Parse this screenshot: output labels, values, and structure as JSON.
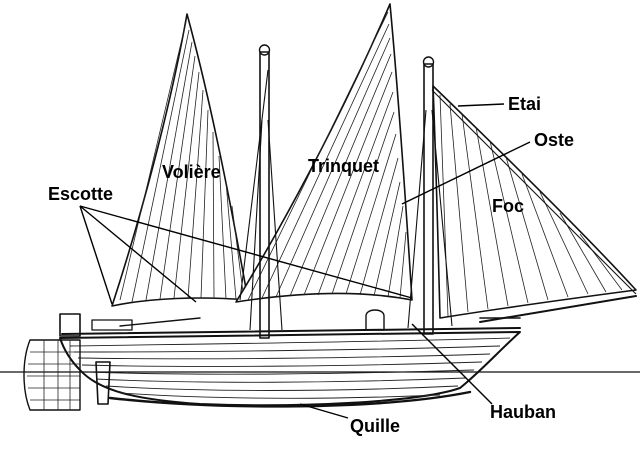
{
  "diagram": {
    "subject": "sailing-boat-rigging",
    "labels": {
      "escotte": "Escotte",
      "voliere": "Volière",
      "trinquet": "Trinquet",
      "etai": "Etai",
      "oste": "Oste",
      "foc": "Foc",
      "hauban": "Hauban",
      "quille": "Quille"
    }
  }
}
